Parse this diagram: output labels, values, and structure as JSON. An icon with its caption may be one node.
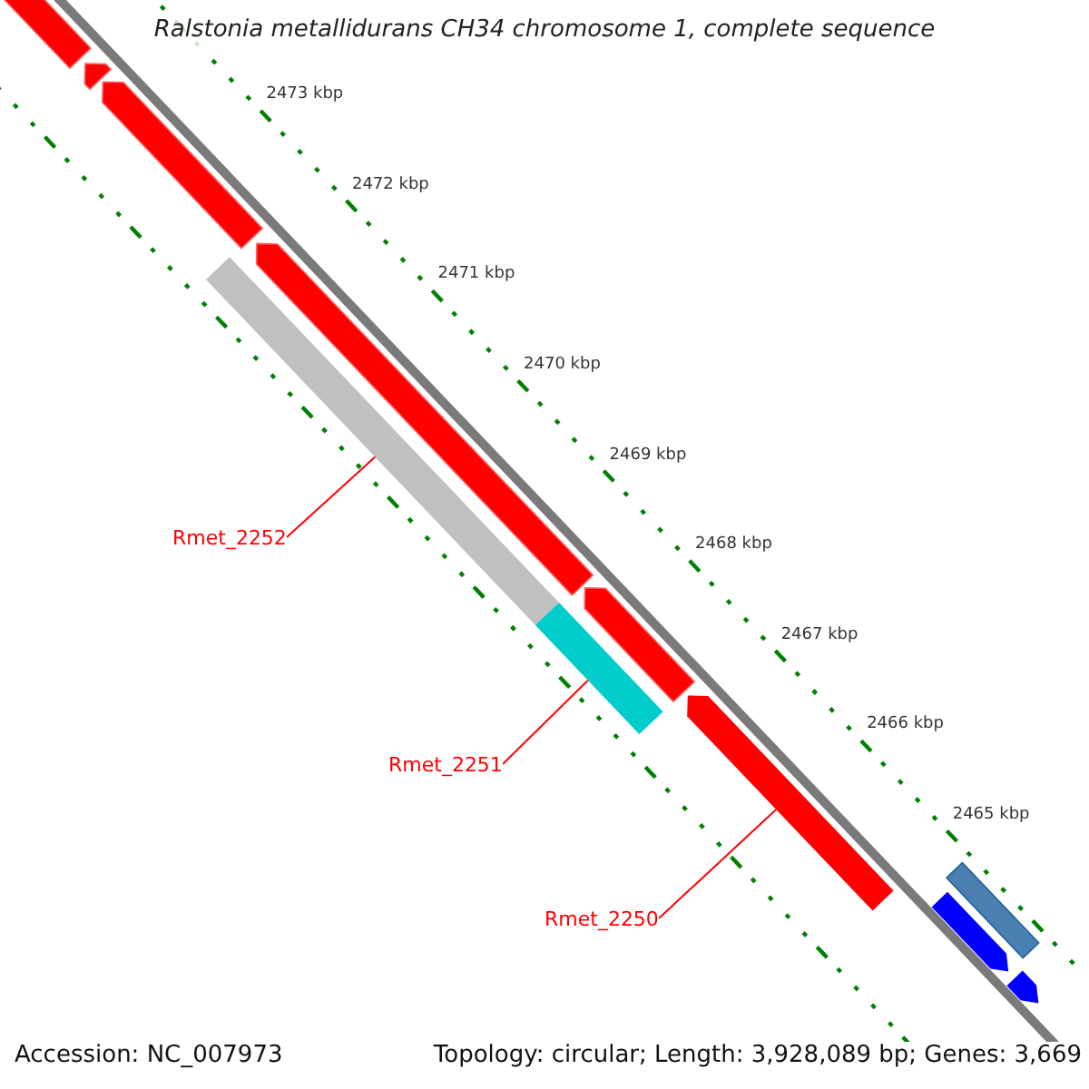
{
  "diagram": {
    "title": "Ralstonia metallidurans CH34 chromosome 1, complete sequence",
    "nodes": [
      {
        "text": [],
        "shape": "bar"
      },
      {
        "text": [],
        "shape": "bar"
      },
      {
        "text": [],
        "shape": "bar"
      },
      {
        "text": [
          "Rmet_2252"
        ]
      },
      {
        "text": [
          "Rmet_2251"
        ]
      },
      {
        "text": [
          "Rmet_2250"
        ]
      }
    ],
    "edges": [
      {
        "from": 3,
        "to": 0,
        "arrow": "none"
      },
      {
        "from": 4,
        "to": 1,
        "arrow": "none"
      },
      {
        "from": 5,
        "to": 2,
        "arrow": "none"
      }
    ],
    "labels": [
      "2473 kbp",
      "2472 kbp",
      "2471 kbp",
      "2470 kbp",
      "2469 kbp",
      "2468 kbp",
      "2467 kbp",
      "2466 kbp",
      "2465 kbp",
      "Accession: NC_007973",
      "Topology: circular; Length: 3,928,089 bp; Genes: 3,669"
    ]
  }
}
